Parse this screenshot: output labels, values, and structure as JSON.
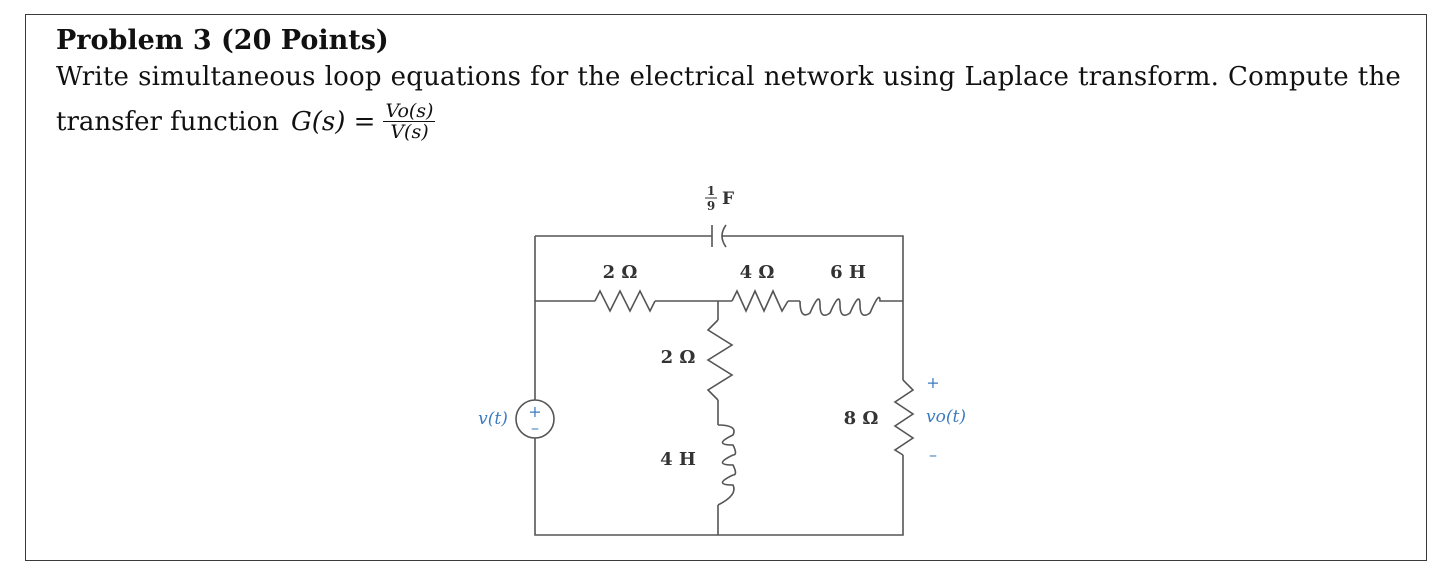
{
  "problem": {
    "title": "Problem 3 (20 Points)",
    "statement_line1": "Write simultaneous loop equations for the electrical network using Laplace transform.  Compute the",
    "statement_line2": "transfer function",
    "tf_lhs": "G(s) =",
    "tf_num": "Vo(s)",
    "tf_den": "V(s)"
  },
  "circuit": {
    "capacitor": {
      "frac_num": "1",
      "frac_den": "9",
      "unit": "F"
    },
    "resistor_top_left": "2 Ω",
    "resistor_top_mid": "4 Ω",
    "inductor_top": "6 H",
    "resistor_middle": "2 Ω",
    "inductor_middle": "4 H",
    "resistor_right": "8 Ω",
    "source_label": "v(t)",
    "output_label": "vo(t)",
    "output_plus": "+",
    "output_minus": "–",
    "source_plus": "+",
    "source_minus": "–",
    "label_color": "#3b7bbf",
    "wire_color": "#555555"
  }
}
